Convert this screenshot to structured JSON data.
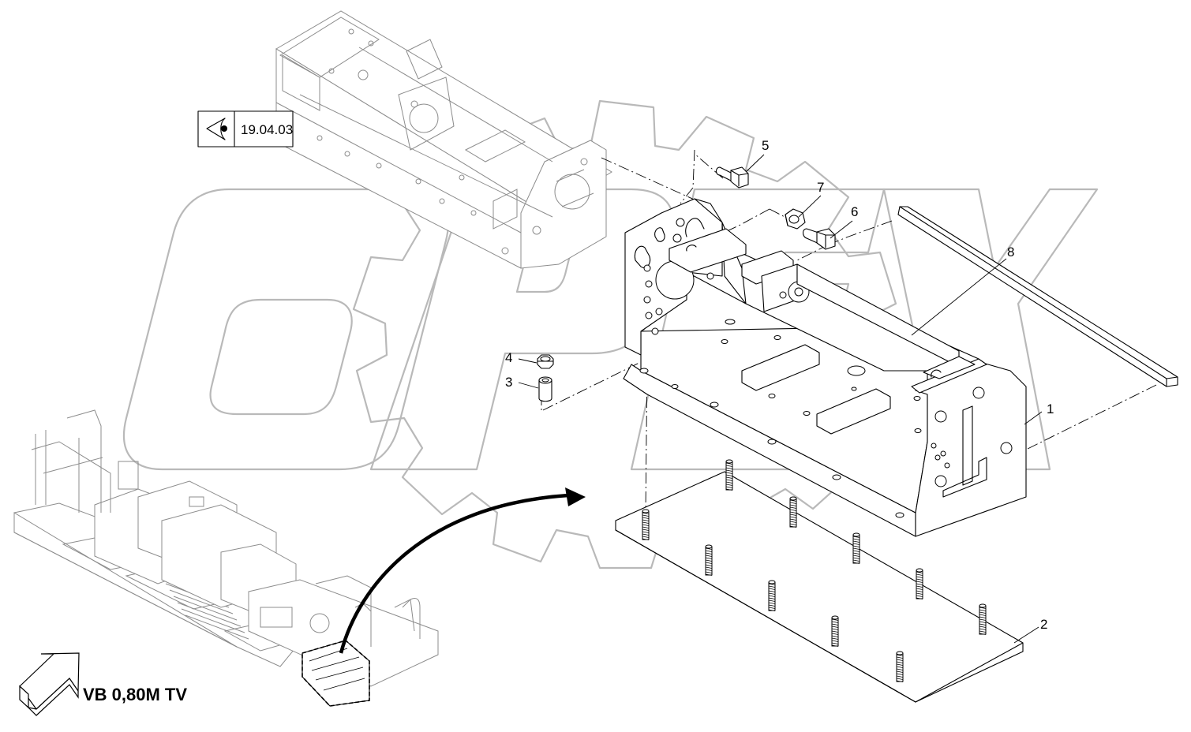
{
  "reference_box": {
    "code": "19.04.03",
    "icon": "eye-view-icon"
  },
  "view_label": "VB 0,80M TV",
  "watermark": {
    "text": "OPEX",
    "color": "#b9b9b9"
  },
  "callouts": [
    {
      "id": "callout-1",
      "number": "1"
    },
    {
      "id": "callout-2",
      "number": "2"
    },
    {
      "id": "callout-3",
      "number": "3"
    },
    {
      "id": "callout-4",
      "number": "4"
    },
    {
      "id": "callout-5",
      "number": "5"
    },
    {
      "id": "callout-6",
      "number": "6"
    },
    {
      "id": "callout-7",
      "number": "7"
    },
    {
      "id": "callout-8",
      "number": "8"
    }
  ],
  "colors": {
    "line": "#000000",
    "context_line": "#8c8c8c",
    "background": "#ffffff"
  }
}
